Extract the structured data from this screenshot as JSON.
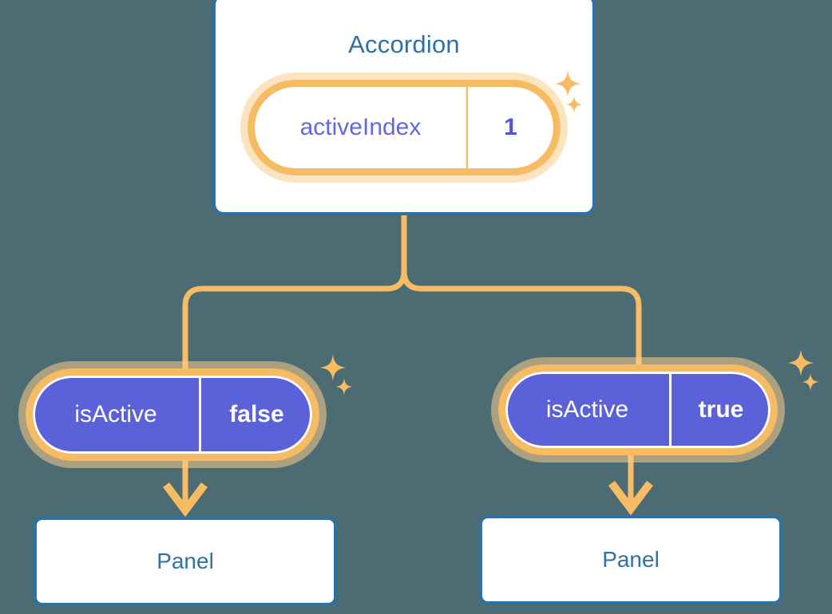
{
  "diagram": {
    "type": "component-state-tree",
    "background_color": "#4c6b73",
    "accent_colors": {
      "card_border": "#2d72a5",
      "card_text": "#2d72a5",
      "pill_border": "#f7bc63",
      "pill_glow": "#fadfb0",
      "state_fill": "#5b61d8",
      "state_text": "#ffffff",
      "root_state_text": "#6366e8",
      "connector": "#f7bc63"
    }
  },
  "root": {
    "title": "Accordion",
    "state": {
      "key": "activeIndex",
      "value": "1"
    }
  },
  "children": [
    {
      "state": {
        "key": "isActive",
        "value": "false"
      },
      "panel": {
        "title": "Panel"
      }
    },
    {
      "state": {
        "key": "isActive",
        "value": "true"
      },
      "panel": {
        "title": "Panel"
      }
    }
  ],
  "icons": {
    "sparkle_large": "sparkle-icon",
    "sparkle_small": "sparkle-icon",
    "arrow": "arrow-down-icon"
  }
}
